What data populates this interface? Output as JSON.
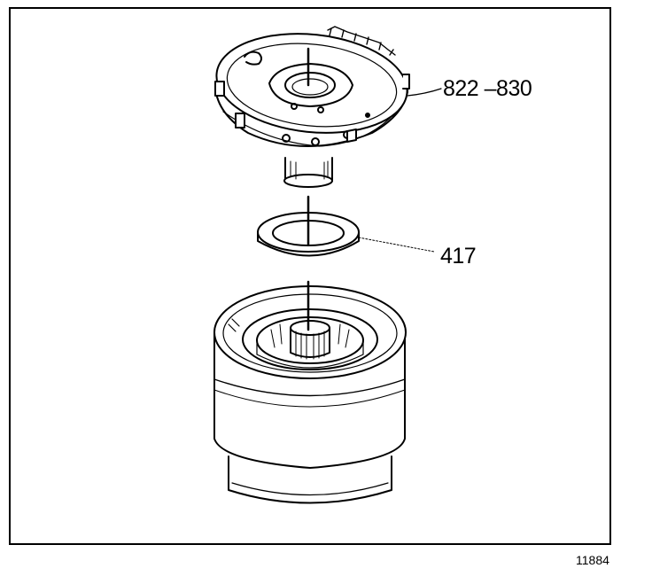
{
  "diagram": {
    "type": "exploded-assembly-illustration",
    "callouts": [
      {
        "id": "top-assembly",
        "label": "822 –830"
      },
      {
        "id": "thrust-washer",
        "label": "417"
      }
    ],
    "figure_number": "11884"
  }
}
